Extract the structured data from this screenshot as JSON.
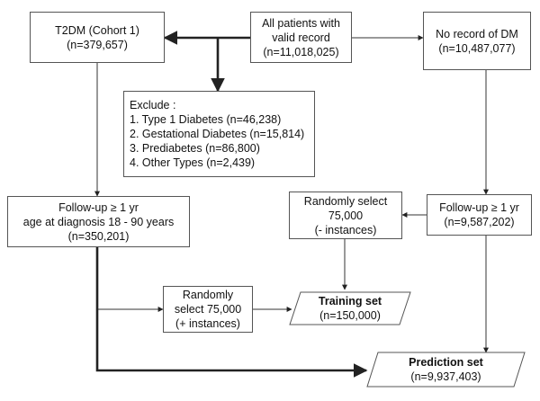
{
  "nodes": {
    "t2dm": {
      "lines": [
        "T2DM (Cohort 1)",
        "(n=379,657)"
      ]
    },
    "all_patients": {
      "lines": [
        "All patients with",
        "valid record",
        "(n=11,018,025)"
      ]
    },
    "no_dm": {
      "lines": [
        "No record of DM",
        "(n=10,487,077)"
      ]
    },
    "exclude": {
      "lines": [
        "Exclude :",
        "1. Type 1 Diabetes (n=46,238)",
        "2. Gestational Diabetes (n=15,814)",
        "3. Prediabetes (n=86,800)",
        "4. Other Types (n=2,439)"
      ]
    },
    "followup_left": {
      "lines": [
        "Follow-up  ≥ 1 yr",
        "age at diagnosis 18 - 90 years",
        "(n=350,201)"
      ]
    },
    "random_neg": {
      "lines": [
        "Randomly select",
        "75,000",
        "(- instances)"
      ]
    },
    "followup_right": {
      "lines": [
        "Follow-up ≥ 1 yr",
        "(n=9,587,202)"
      ]
    },
    "random_pos": {
      "lines": [
        "Randomly",
        "select 75,000",
        "(+ instances)"
      ]
    },
    "training": {
      "title": "Training set",
      "count": "(n=150,000)"
    },
    "prediction": {
      "title": "Prediction set",
      "count": "(n=9,937,403)"
    }
  }
}
